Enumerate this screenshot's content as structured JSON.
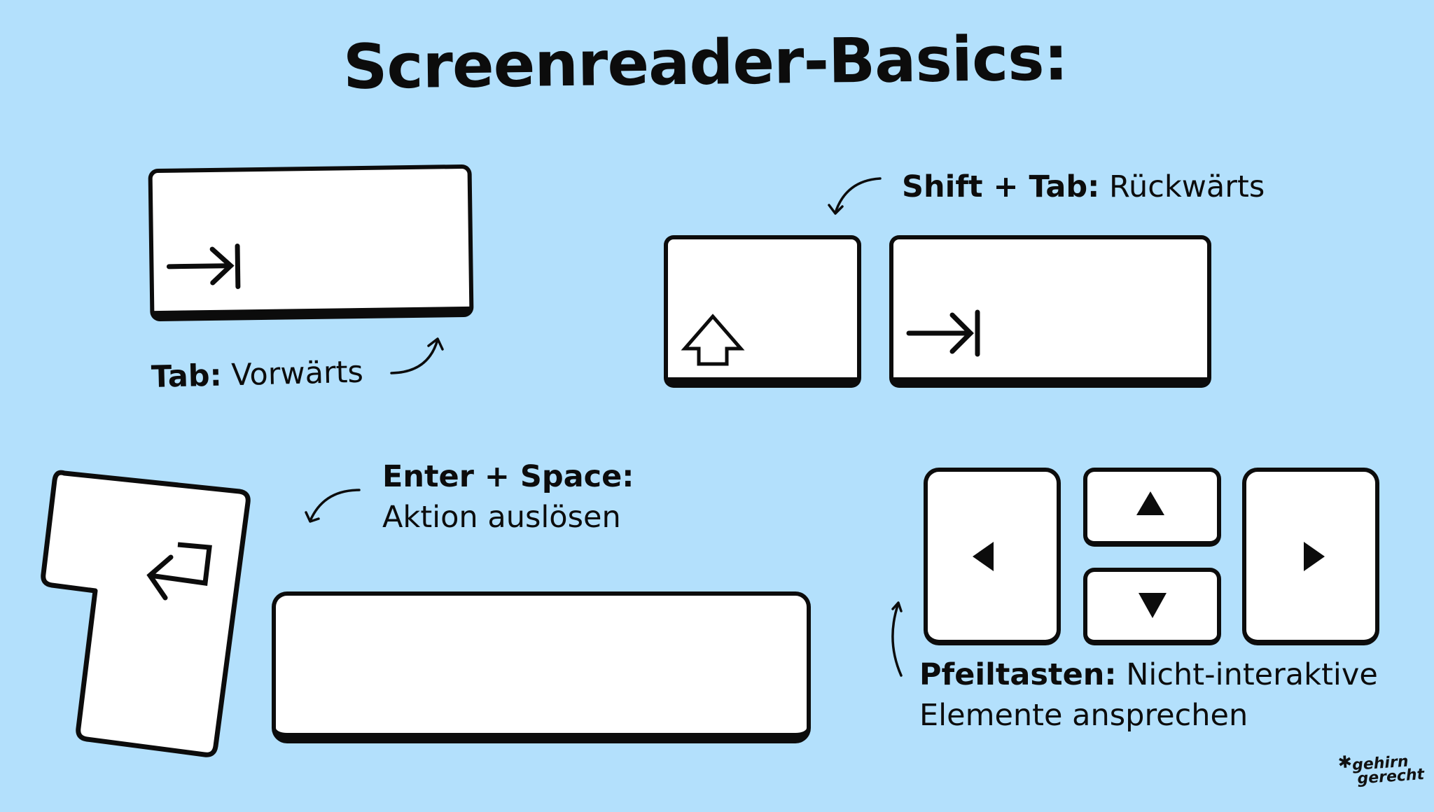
{
  "title": "Screenreader-Basics:",
  "colors": {
    "background": "#B3E0FC",
    "key_fill": "#FFFFFF",
    "ink": "#0C0C0C"
  },
  "sections": {
    "tab": {
      "key_bold": "Tab:",
      "description": "Vorwärts",
      "key_icon": "tab-icon"
    },
    "shift_tab": {
      "key_bold": "Shift + Tab:",
      "description": "Rückwärts",
      "key_icons": [
        "shift-icon",
        "tab-icon"
      ]
    },
    "enter_space": {
      "key_bold": "Enter + Space:",
      "description": "Aktion auslösen",
      "key_icons": [
        "enter-icon",
        "space-bar"
      ]
    },
    "arrows": {
      "key_bold": "Pfeiltasten:",
      "description_line1": "Nicht-interaktive",
      "description_line2": "Elemente ansprechen",
      "key_icons": [
        "arrow-left-icon",
        "arrow-up-icon",
        "arrow-down-icon",
        "arrow-right-icon"
      ]
    }
  },
  "logo": {
    "symbol": "✱",
    "line1": "gehirn",
    "line2": "gerecht"
  }
}
